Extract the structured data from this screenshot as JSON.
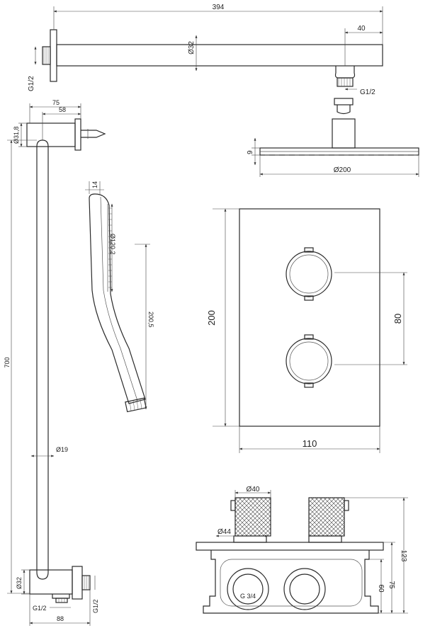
{
  "dimensions": {
    "arm_length": "394",
    "arm_offset": "40",
    "arm_diameter": "Ø32",
    "arm_thread": "G1/2",
    "head_thread": "G1/2",
    "head_thickness": "9",
    "head_diameter": "Ø200",
    "bracket_width": "75",
    "bracket_depth": "58",
    "bracket_diameter": "Ø31,8",
    "handshower_width": "14",
    "handshower_face": "Ø120,2",
    "handshower_length": "200,5",
    "rail_height": "700",
    "rail_diameter": "Ø19",
    "outlet_diameter": "Ø32",
    "outlet_width": "88",
    "outlet_thread_left": "G1/2",
    "outlet_thread_right": "G1/2",
    "plate_height": "200",
    "plate_width": "110",
    "knob_spacing": "80",
    "knob_diameter": "Ø40",
    "knob_base": "Ø44",
    "body_connection": "G 3/4",
    "body_depth_total": "123",
    "body_depth_mid": "75",
    "body_depth_box": "60"
  }
}
